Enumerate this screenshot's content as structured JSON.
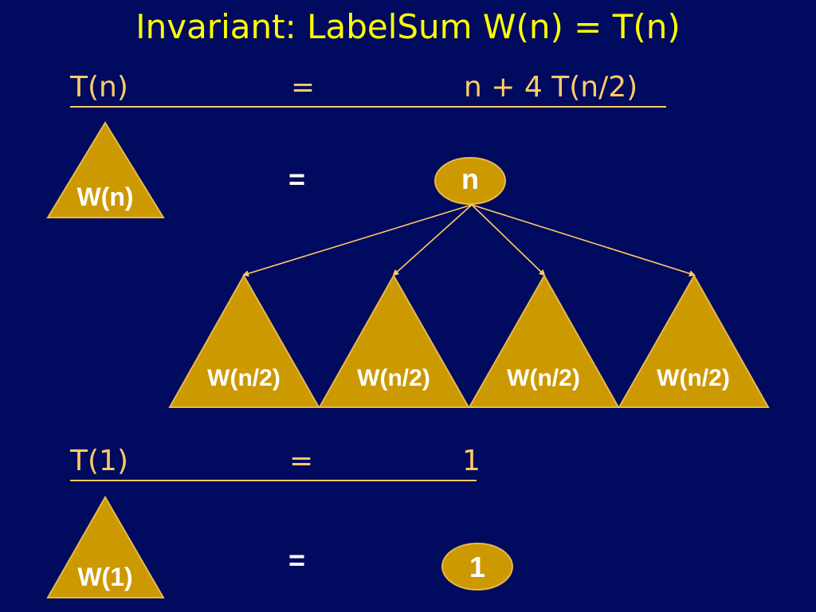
{
  "title": "Invariant: LabelSum W(n) = T(n)",
  "recurrence": {
    "lhs": "T(n)",
    "eq": "=",
    "rhs": "n + 4 T(n/2)"
  },
  "base_case": {
    "lhs": "T(1)",
    "eq": "=",
    "rhs": "1"
  },
  "tree_top": {
    "triangle_label": "W(n)",
    "equals": "=",
    "root_label": "n",
    "children": [
      "W(n/2)",
      "W(n/2)",
      "W(n/2)",
      "W(n/2)"
    ]
  },
  "tree_base": {
    "triangle_label": "W(1)",
    "equals": "=",
    "node_label": "1"
  },
  "colors": {
    "background": "#000a5e",
    "title": "#ffff00",
    "equation_text": "#ffcc66",
    "triangle_fill": "#cc9900",
    "triangle_stroke": "#e8b84a",
    "node_fill": "#cc9900",
    "arrow": "#ffcc66",
    "label": "#ffffff"
  }
}
